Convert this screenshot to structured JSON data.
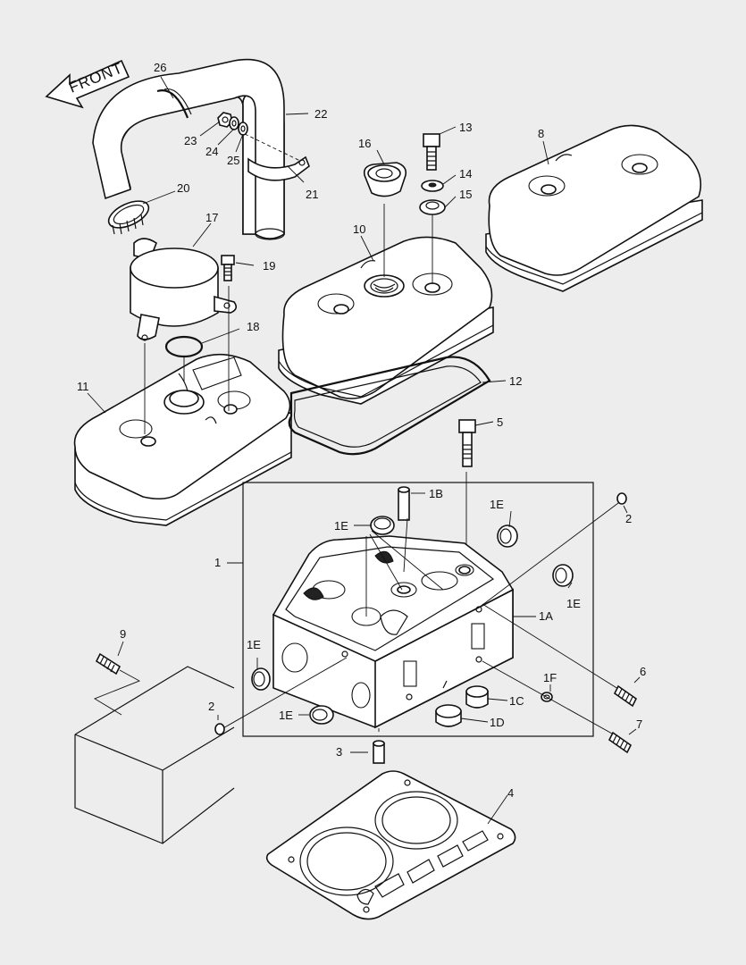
{
  "diagram": {
    "front_label": "FRONT",
    "callouts": [
      {
        "id": "1",
        "text": "1"
      },
      {
        "id": "1A",
        "text": "1A"
      },
      {
        "id": "1B",
        "text": "1B"
      },
      {
        "id": "1C",
        "text": "1C"
      },
      {
        "id": "1D",
        "text": "1D"
      },
      {
        "id": "1E_a",
        "text": "1E"
      },
      {
        "id": "1E_b",
        "text": "1E"
      },
      {
        "id": "1E_c",
        "text": "1E"
      },
      {
        "id": "1E_d",
        "text": "1E"
      },
      {
        "id": "1E_e",
        "text": "1E"
      },
      {
        "id": "1F",
        "text": "1F"
      },
      {
        "id": "2_a",
        "text": "2"
      },
      {
        "id": "2_b",
        "text": "2"
      },
      {
        "id": "3",
        "text": "3"
      },
      {
        "id": "4",
        "text": "4"
      },
      {
        "id": "5",
        "text": "5"
      },
      {
        "id": "6",
        "text": "6"
      },
      {
        "id": "7",
        "text": "7"
      },
      {
        "id": "8",
        "text": "8"
      },
      {
        "id": "9",
        "text": "9"
      },
      {
        "id": "10",
        "text": "10"
      },
      {
        "id": "11",
        "text": "11"
      },
      {
        "id": "12",
        "text": "12"
      },
      {
        "id": "13",
        "text": "13"
      },
      {
        "id": "14",
        "text": "14"
      },
      {
        "id": "15",
        "text": "15"
      },
      {
        "id": "16",
        "text": "16"
      },
      {
        "id": "17",
        "text": "17"
      },
      {
        "id": "18",
        "text": "18"
      },
      {
        "id": "19",
        "text": "19"
      },
      {
        "id": "20",
        "text": "20"
      },
      {
        "id": "21",
        "text": "21"
      },
      {
        "id": "22",
        "text": "22"
      },
      {
        "id": "23",
        "text": "23"
      },
      {
        "id": "24",
        "text": "24"
      },
      {
        "id": "25",
        "text": "25"
      },
      {
        "id": "26",
        "text": "26"
      }
    ]
  }
}
